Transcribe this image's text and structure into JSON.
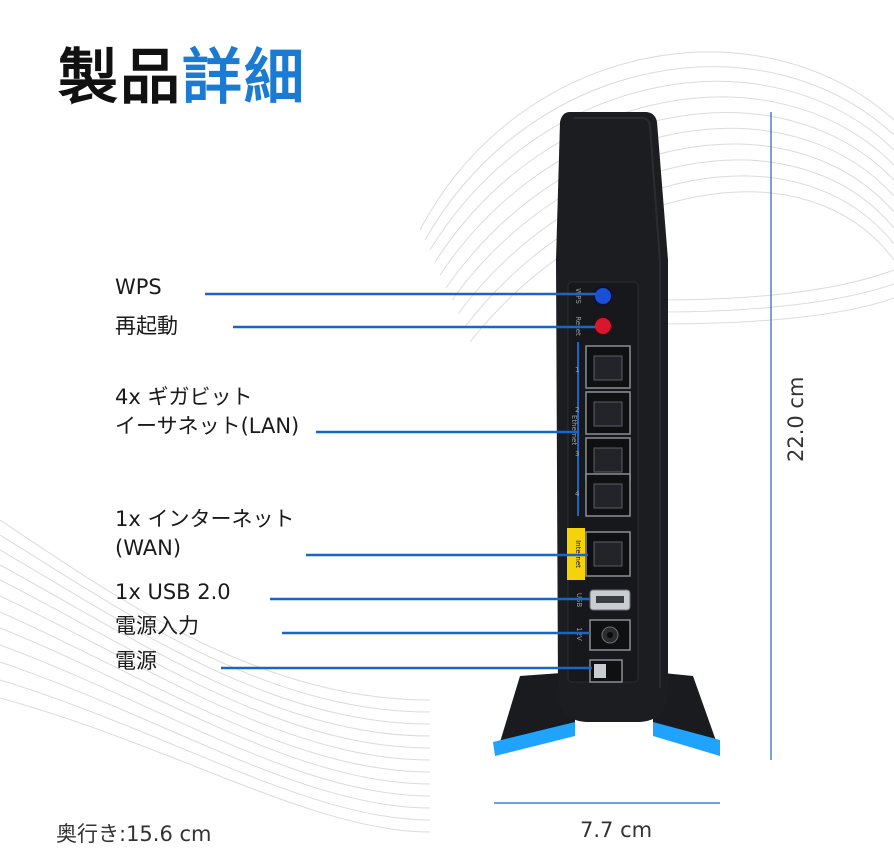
{
  "title": {
    "part1": "製品",
    "part2": "詳細"
  },
  "callouts": {
    "wps": "WPS",
    "reset": "再起動",
    "lan_line1": "4x ギガビット",
    "lan_line2": "イーサネット(LAN)",
    "wan_line1": "1x インターネット",
    "wan_line2": "(WAN)",
    "usb": "1x USB 2.0",
    "power_in": "電源入力",
    "power": "電源"
  },
  "dimensions": {
    "depth": "奥行き:15.6 cm",
    "width": "7.7 cm",
    "height": "22.0 cm"
  },
  "device_labels": {
    "wps": "WPS",
    "reset": "Reset",
    "ethernet": "Ethernet",
    "port1": "1",
    "port2": "2",
    "port3": "3",
    "port4": "4",
    "internet": "Internet",
    "usb": "USB",
    "power_rating": "12V"
  },
  "colors": {
    "accent_blue": "#1b7ad1",
    "callout_line": "#1a66c4",
    "device_body": "#1c1d20",
    "stand_glow": "#1fa3ff",
    "internet_port_label": "#f5d20a",
    "wps_button": "#1a4fd8",
    "reset_button": "#d8162e"
  }
}
